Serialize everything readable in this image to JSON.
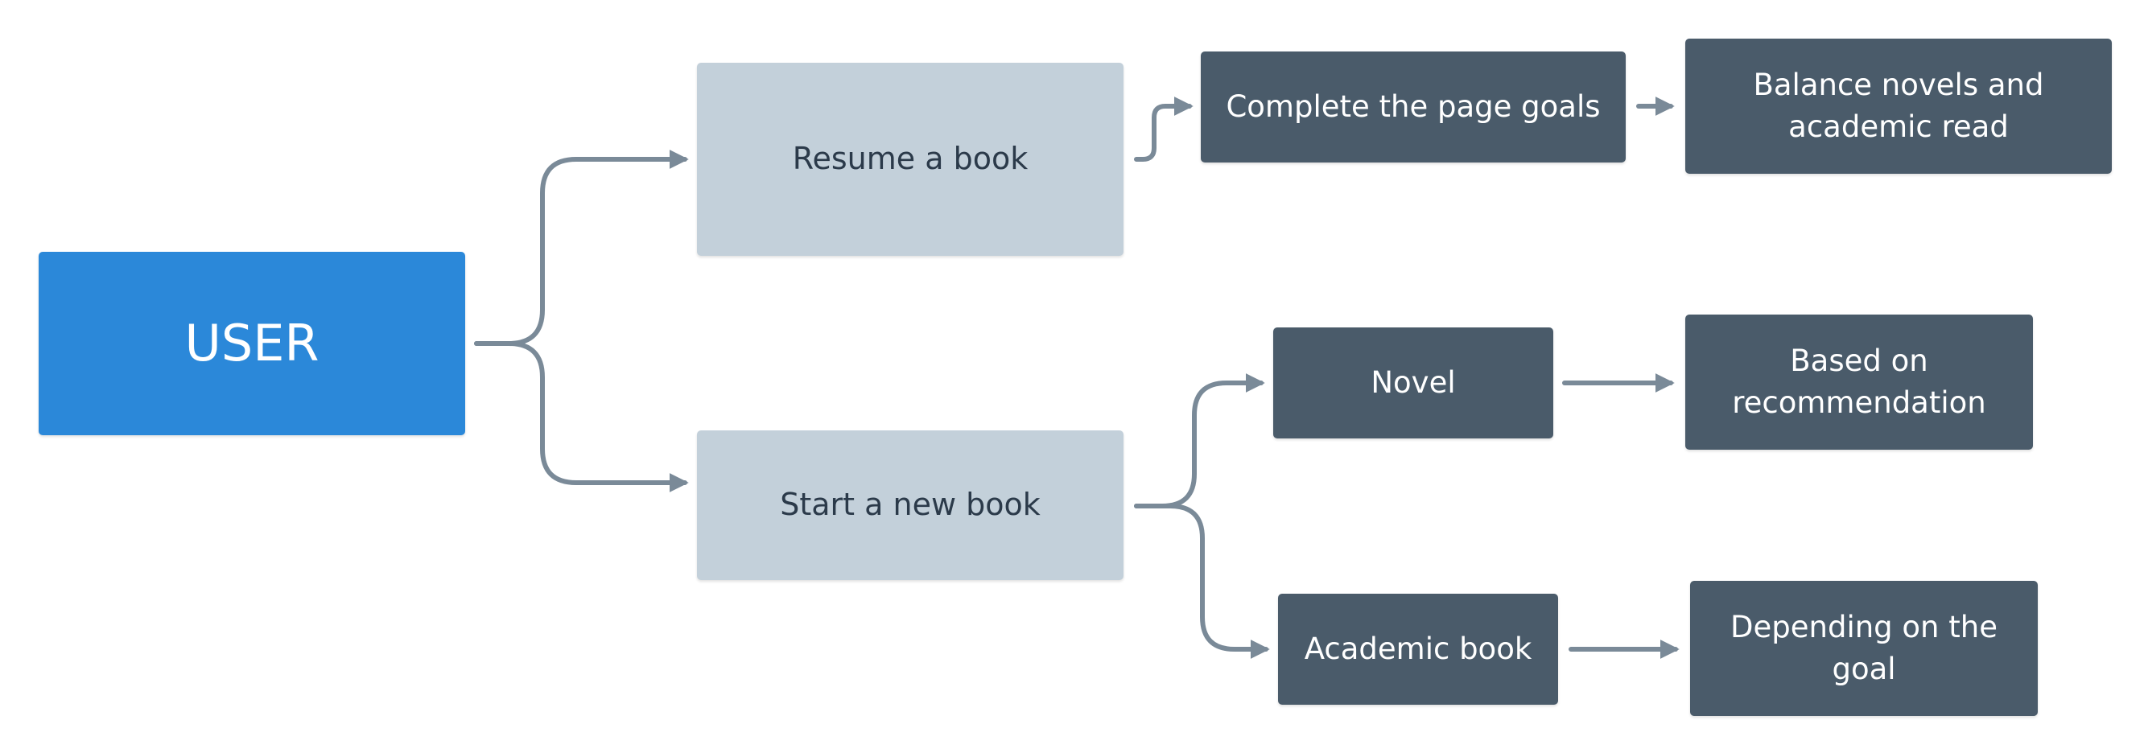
{
  "diagram": {
    "nodes": {
      "user": "USER",
      "resume": "Resume a book",
      "start_new": "Start a new book",
      "page_goals": "Complete the page goals",
      "balance": "Balance novels and academic read",
      "novel": "Novel",
      "recommendation": "Based on recommendation",
      "academic": "Academic book",
      "depending": "Depending on the goal"
    },
    "colors": {
      "user_node": "#2b88d9",
      "light_node": "#c3d0da",
      "dark_node": "#4a5b6a",
      "connector": "#7a8a98"
    }
  }
}
